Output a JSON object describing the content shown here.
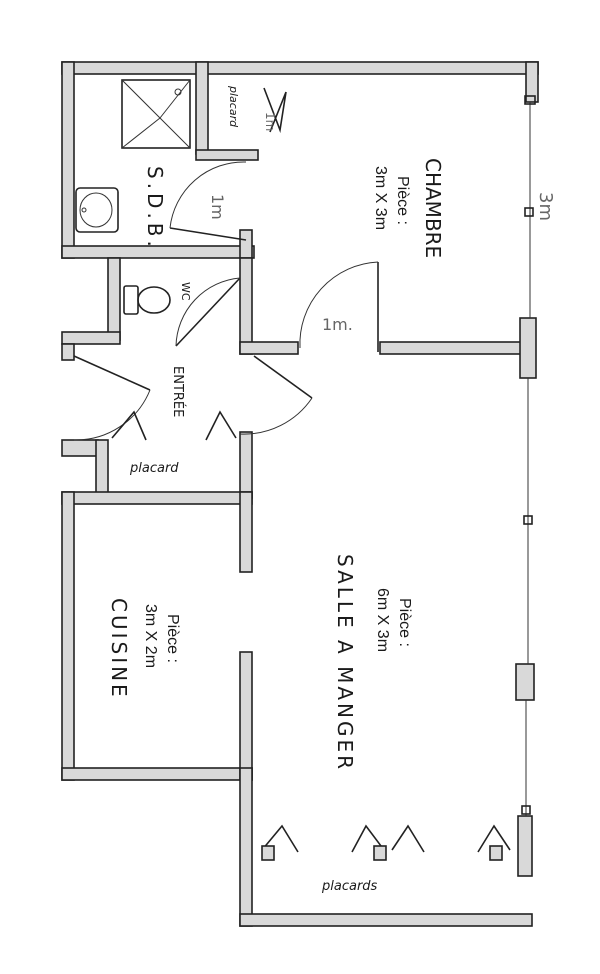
{
  "rooms": {
    "chambre": {
      "name": "CHAMBRE",
      "label": "Pièce :",
      "size": "3m X 3m"
    },
    "sdb": {
      "name": "S.D.B."
    },
    "wc": {
      "name": "WC"
    },
    "entree": {
      "name": "ENTRÉE"
    },
    "salle": {
      "name": "SALLE A MANGER",
      "label": "Pièce :",
      "size": "6m X 3m"
    },
    "cuisine": {
      "name": "CUISINE",
      "label": "Pièce :",
      "size": "3m X 2m"
    }
  },
  "annotations": {
    "placard_sdb": "placard",
    "placard_entree": "placard",
    "placards_salle": "placards"
  },
  "dimensions": {
    "chambre_window": "3m",
    "door_chambre": "1m.",
    "door_sdb": "1m",
    "placard_width": "1m"
  }
}
